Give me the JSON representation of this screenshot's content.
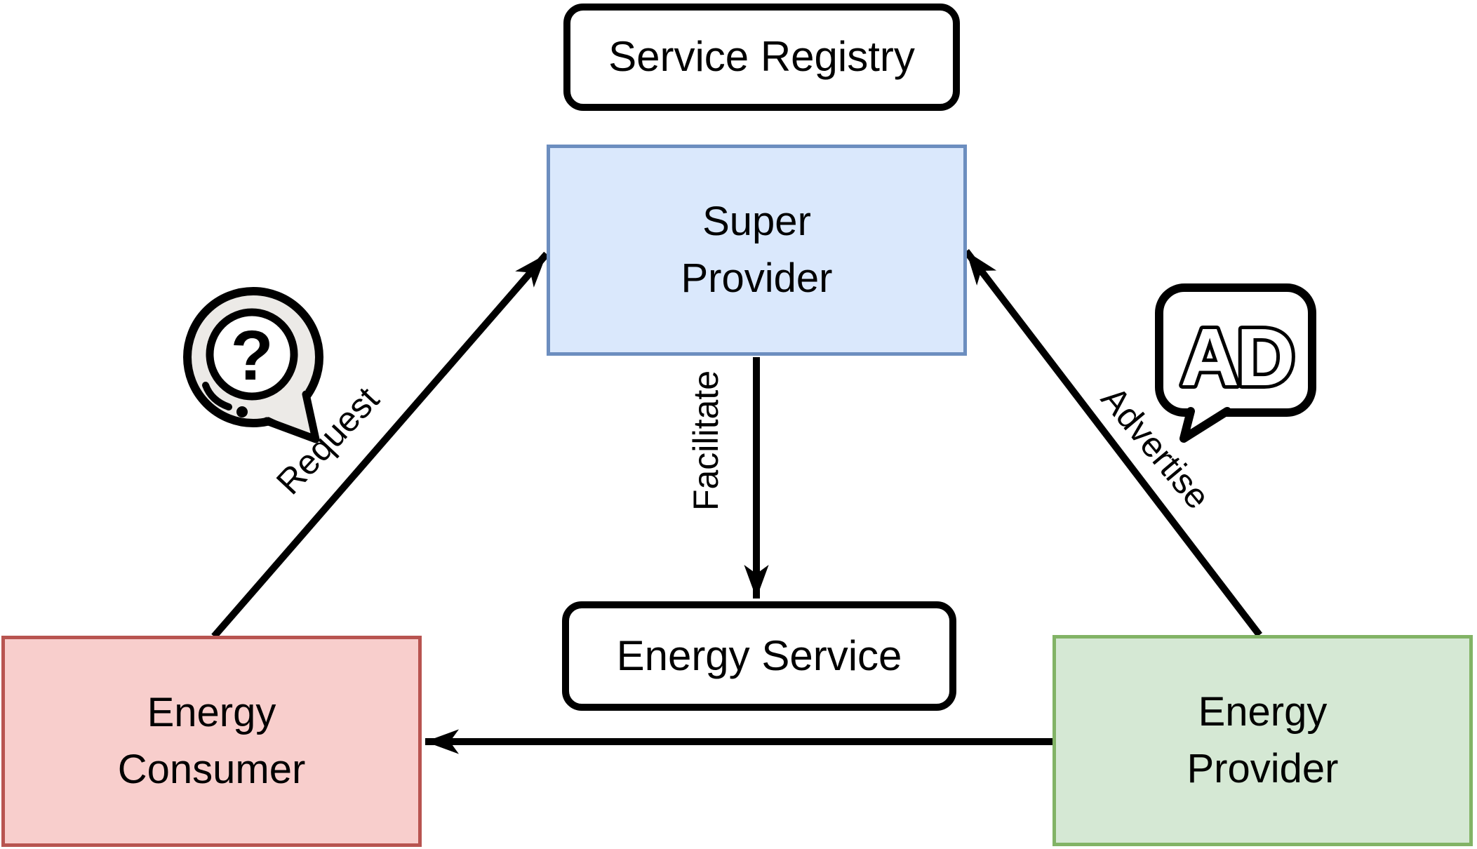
{
  "diagram": {
    "nodes": {
      "service_registry": {
        "label": "Service Registry"
      },
      "super_provider": {
        "line1": "Super",
        "line2": "Provider"
      },
      "energy_service": {
        "label": "Energy Service"
      },
      "energy_consumer": {
        "line1": "Energy",
        "line2": "Consumer"
      },
      "energy_provider": {
        "line1": "Energy",
        "line2": "Provider"
      }
    },
    "edges": {
      "request": {
        "label": "Request"
      },
      "advertise": {
        "label": "Advertise"
      },
      "facilitate": {
        "label": "Facilitate"
      }
    },
    "icons": {
      "question_bubble": "question-speech-bubble-icon",
      "ad_bubble": "ad-speech-bubble-icon",
      "question_text": "?",
      "ad_text": "AD"
    },
    "colors": {
      "super_provider_fill": "#dae8fc",
      "super_provider_border": "#6c8ebf",
      "energy_consumer_fill": "#f8cecc",
      "energy_consumer_border": "#b85450",
      "energy_provider_fill": "#d5e8d4",
      "energy_provider_border": "#82b366",
      "plain_fill": "#ffffff",
      "plain_border": "#000000",
      "question_bubble_fill": "#eceae7",
      "arrow": "#000000"
    }
  }
}
